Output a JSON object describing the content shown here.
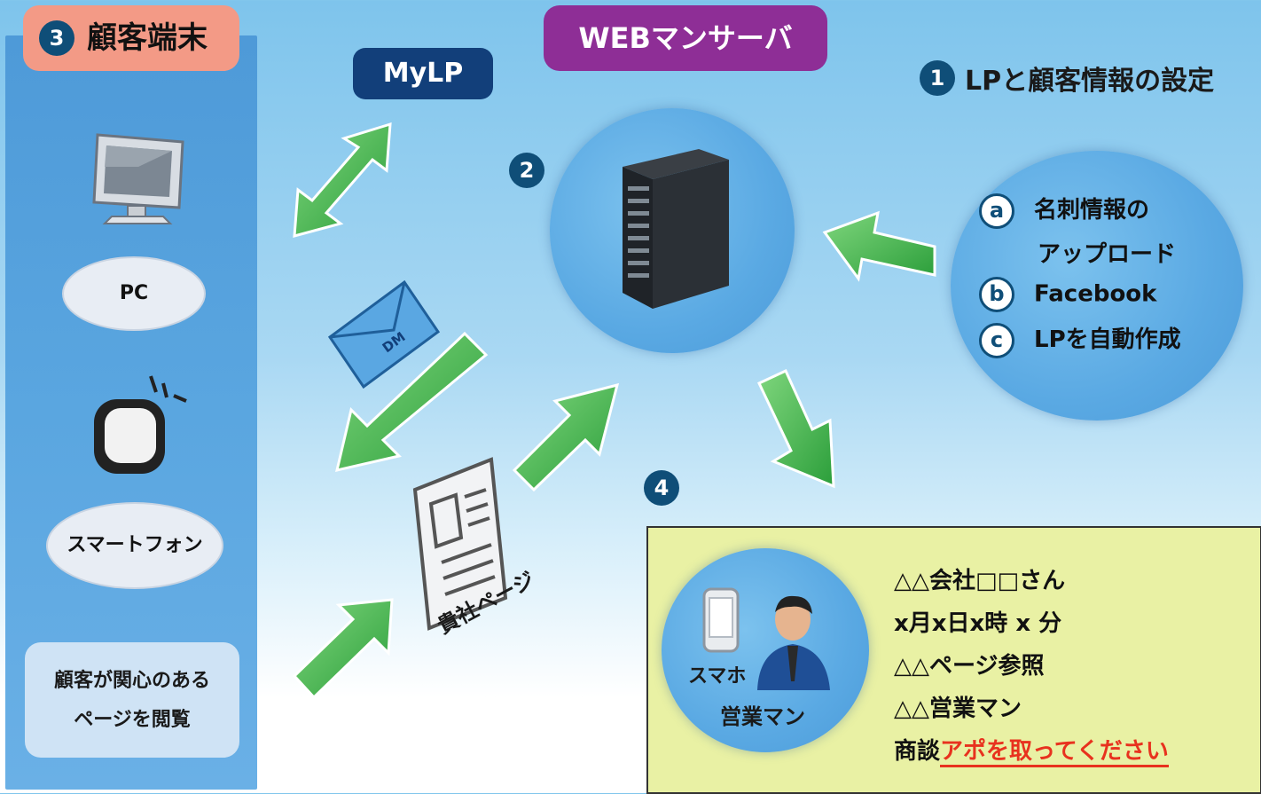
{
  "customer_panel": {
    "number": "3",
    "title": "顧客端末",
    "pc_label": "PC",
    "smartphone_label": "スマートフォン",
    "note_line1": "顧客が関心のある",
    "note_line2": "ページを閲覧"
  },
  "server": {
    "title": "WEBマンサーバ",
    "number": "2"
  },
  "mylp": {
    "label": "MyLP"
  },
  "setup": {
    "number": "1",
    "title": "LPと顧客情報の設定",
    "items": [
      {
        "letter": "a",
        "line1": "名刺情報の",
        "line2": "アップロード"
      },
      {
        "letter": "b",
        "line1": "Facebook"
      },
      {
        "letter": "c",
        "line1": "LPを自動作成"
      }
    ]
  },
  "dm": {
    "label": "DM"
  },
  "company_page": {
    "label": "貴社ページ"
  },
  "notify": {
    "number": "4",
    "smartphone_label": "スマホ",
    "sales_label": "営業マン",
    "lines": [
      "△△会社□□さん",
      "x月x日x時 x 分",
      "△△ページ参照",
      "△△営業マン"
    ],
    "last_prefix": "商談",
    "last_highlight": "アポを取ってください"
  },
  "colors": {
    "title_pill_blue": "#123f7a",
    "title_pill_purple": "#8e2e96",
    "badge_navy": "#0f4e78",
    "arrow_green": "#3bb34a",
    "highlight_red": "#e8321e"
  }
}
